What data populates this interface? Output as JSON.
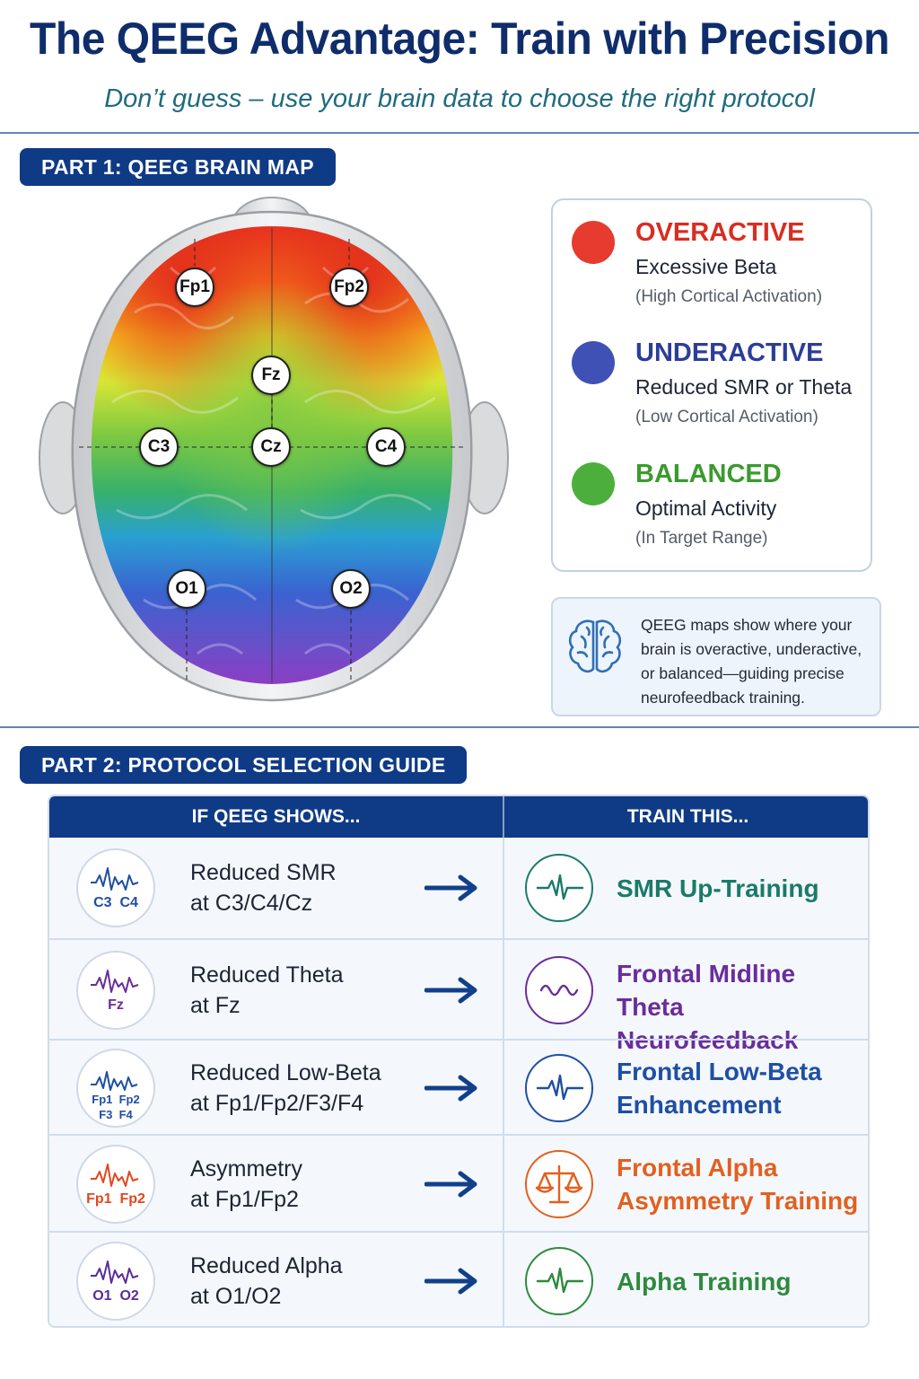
{
  "header": {
    "title": "The QEEG Advantage: Train with Precision",
    "subtitle": "Don’t guess – use your brain data to choose the right protocol"
  },
  "part1": {
    "label": "PART 1: QEEG BRAIN MAP",
    "electrodes": [
      "Fp1",
      "Fp2",
      "Fz",
      "C3",
      "Cz",
      "C4",
      "O1",
      "O2"
    ],
    "legend": [
      {
        "heading": "OVERACTIVE",
        "sub": "Excessive Beta",
        "note": "(High Cortical Activation)",
        "color": "#e63b2e"
      },
      {
        "heading": "UNDERACTIVE",
        "sub": "Reduced SMR or Theta",
        "note": "(Low Cortical Activation)",
        "color": "#3f51b5"
      },
      {
        "heading": "BALANCED",
        "sub": "Optimal Activity",
        "note": "(In Target Range)",
        "color": "#4caf3c"
      }
    ],
    "info": "QEEG maps show where your brain is overactive, underactive, or balanced—guiding precise neurofeedback training.",
    "info_icon": "brain-icon"
  },
  "part2": {
    "label": "PART 2: PROTOCOL SELECTION GUIDE",
    "col_if": "IF QEEG SHOWS...",
    "col_train": "TRAIN THIS...",
    "rows": [
      {
        "icon_label_1": "C3  C4",
        "icon_label_2": "",
        "cond_1": "Reduced SMR",
        "cond_2": "at C3/C4/Cz",
        "train_1": "SMR Up-Training",
        "train_2": "",
        "color": "#1b7a6a",
        "wave": "#1f4fa3",
        "icon": "waveform-icon"
      },
      {
        "icon_label_1": "Fz",
        "icon_label_2": "",
        "cond_1": "Reduced Theta",
        "cond_2": "at Fz",
        "train_1": "Frontal Midline",
        "train_2": "Theta Neurofeedback",
        "color": "#6a2d9c",
        "wave": "#6a2d9c",
        "icon": "sine-wave-icon"
      },
      {
        "icon_label_1": "Fp1  Fp2",
        "icon_label_2": "F3  F4",
        "cond_1": "Reduced Low-Beta",
        "cond_2": "at Fp1/Fp2/F3/F4",
        "train_1": "Frontal Low-Beta",
        "train_2": "Enhancement",
        "color": "#1f4fa3",
        "wave": "#1f4fa3",
        "icon": "waveform-icon"
      },
      {
        "icon_label_1": "Fp1  Fp2",
        "icon_label_2": "",
        "cond_1": "Asymmetry",
        "cond_2": "at Fp1/Fp2",
        "train_1": "Frontal Alpha",
        "train_2": "Asymmetry Training",
        "color": "#e2601f",
        "wave": "#e2471f",
        "icon": "balance-scale-icon"
      },
      {
        "icon_label_1": "O1  O2",
        "icon_label_2": "",
        "cond_1": "Reduced Alpha",
        "cond_2": "at O1/O2",
        "train_1": "Alpha Training",
        "train_2": "",
        "color": "#2e8a3e",
        "wave": "#5a2d9c",
        "icon": "waveform-icon"
      }
    ]
  }
}
